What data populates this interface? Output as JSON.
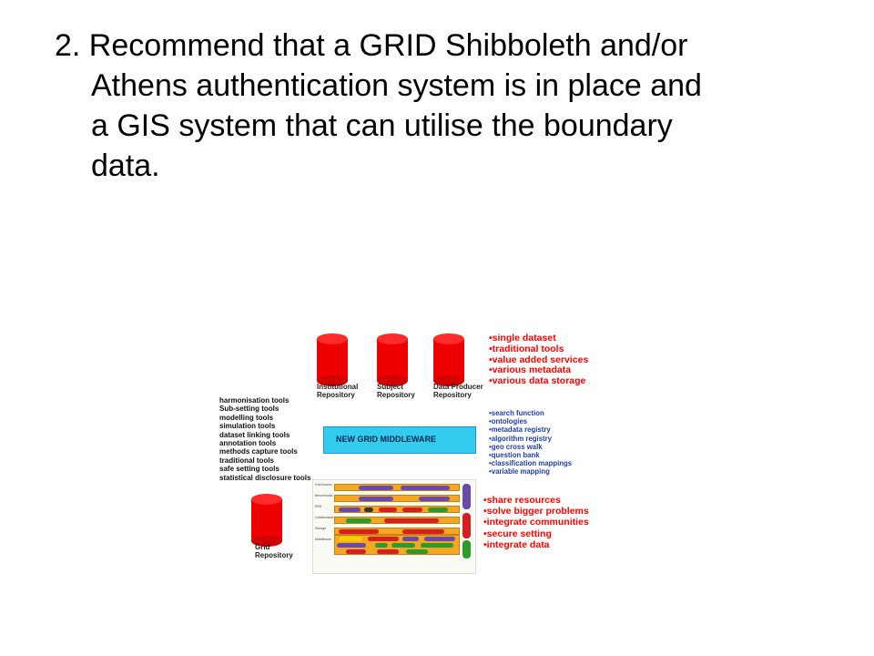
{
  "slide": {
    "lines": [
      "2. Recommend that a GRID Shibboleth and/or",
      "Athens authentication system is in place and",
      "a GIS system that can utilise the boundary",
      "data."
    ]
  },
  "diagram": {
    "repositories": [
      {
        "label_1": "Institutional",
        "label_2": "Repository"
      },
      {
        "label_1": "Subject",
        "label_2": "Repository"
      },
      {
        "label_1": "Data Producer",
        "label_2": "Repository"
      }
    ],
    "grid_repo": {
      "label_1": "Grid",
      "label_2": "Repository"
    },
    "tools": [
      "harmonisation tools",
      "Sub-setting tools",
      "modelling tools",
      "simulation tools",
      "dataset linking tools",
      "annotation tools",
      "methods capture tools",
      "traditional tools",
      "safe setting tools",
      "statistical disclosure tools"
    ],
    "middleware_label": "NEW GRID MIDDLEWARE",
    "red_list_top": [
      "•single dataset",
      "•traditional tools",
      "•value added services",
      "•various metadata",
      "•various data storage"
    ],
    "blue_list": [
      "•search function",
      "•ontologies",
      "•metadata registry",
      "•algorithm registry",
      "•geo cross walk",
      "•question bank",
      "•classification mappings",
      "•variable mapping"
    ],
    "red_list_bottom": [
      "•share resources",
      "•solve bigger problems",
      "•integrate communities",
      "•secure setting",
      "•integrate data"
    ]
  },
  "colors": {
    "repo_red": "#ee0000",
    "middleware_cyan": "#33ccee",
    "red_text": "#ff0000",
    "blue_text": "#1f3f9f",
    "layer_orange": "#f5a623"
  }
}
